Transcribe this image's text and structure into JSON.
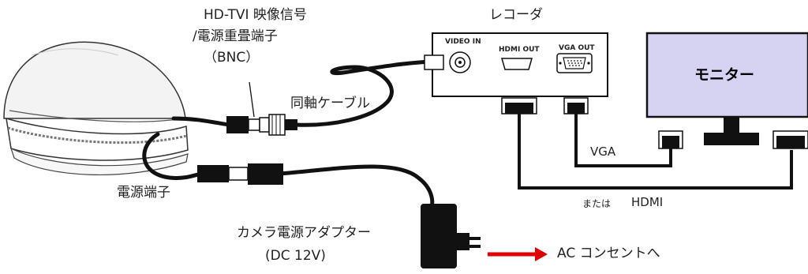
{
  "labels": {
    "signal_line1": "HD-TVI 映像信号",
    "signal_line2": "/電源重畳端子",
    "signal_line3": "（BNC）",
    "recorder": "レコーダ",
    "coax": "同軸ケーブル",
    "power_terminal": "電源端子",
    "adapter_line1": "カメラ電源アダプター",
    "adapter_line2": "(DC 12V)",
    "outlet": "AC コンセントへ",
    "vga": "VGA",
    "or_text": "または",
    "hdmi": "HDMI",
    "monitor": "モニター"
  },
  "ports": {
    "video_in": "VIDEO IN",
    "hdmi_out": "HDMI OUT",
    "vga_out": "VGA OUT"
  },
  "colors": {
    "cable": "#111111",
    "arrow": "#e00000",
    "monitor_screen": "#d6d2f2",
    "monitor_frame": "#111111"
  }
}
